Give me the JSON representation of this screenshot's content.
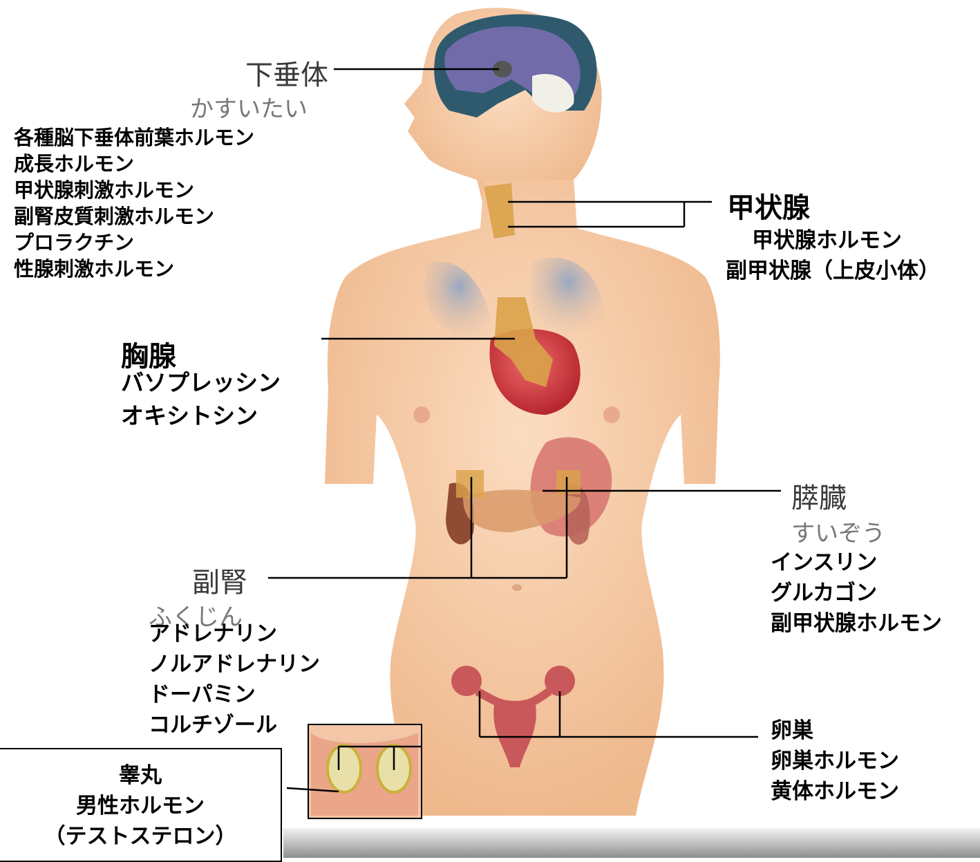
{
  "pituitary": {
    "name": "下垂体",
    "reading": "かすいたい",
    "hormones": [
      "各種脳下垂体前葉ホルモン",
      "成長ホルモン",
      "甲状腺刺激ホルモン",
      "副腎皮質刺激ホルモン",
      "プロラクチン",
      "性腺刺激ホルモン"
    ]
  },
  "thyroid": {
    "name": "甲状腺",
    "hormones": [
      "甲状腺ホルモン",
      "副甲状腺（上皮小体）"
    ]
  },
  "thymus": {
    "name": "胸腺",
    "hormones": [
      "バソプレッシン",
      "オキシトシン"
    ]
  },
  "pancreas": {
    "name": "膵臓",
    "reading": "すいぞう",
    "hormones": [
      "インスリン",
      "グルカゴン",
      "副甲状腺ホルモン"
    ]
  },
  "adrenal": {
    "name": "副腎",
    "reading": "ふくじん",
    "hormones": [
      "アドレナリン",
      "ノルアドレナリン",
      "ドーパミン",
      "コルチゾール"
    ]
  },
  "ovary": {
    "name": "卵巣",
    "hormones": [
      "卵巣ホルモン",
      "黄体ホルモン"
    ]
  },
  "testis": {
    "name": "睾丸",
    "hormones": [
      "男性ホルモン",
      "（テストステロン）"
    ]
  },
  "colors": {
    "skin": "#f5c9a3",
    "brain": "#2f5a6e",
    "heart": "#d8434a",
    "gland": "#d9a24a",
    "lung": "#8ea4c4"
  }
}
